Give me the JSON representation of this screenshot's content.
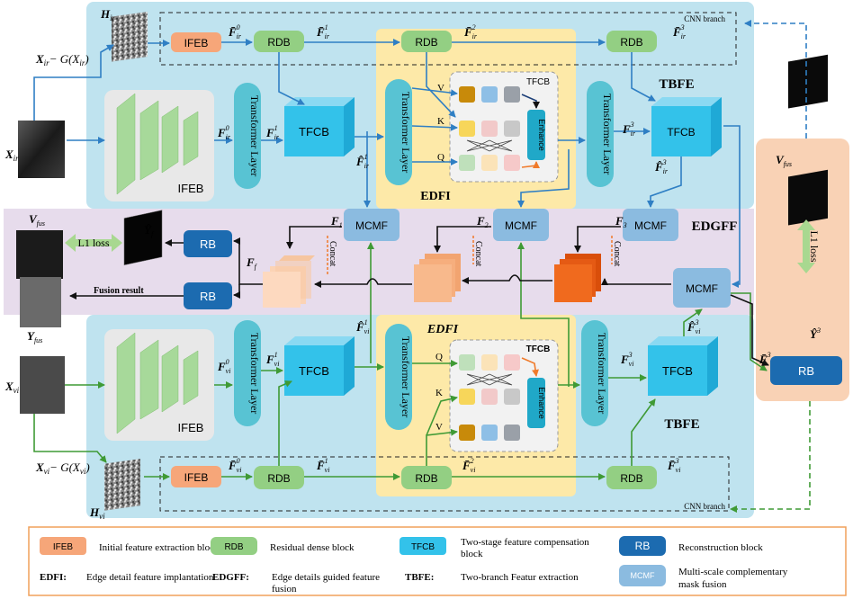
{
  "colors": {
    "tbfe_bg": "#bfe3ef",
    "edfi_bg": "#fde9a8",
    "edgff_bg": "#e7dcec",
    "right_panel_bg": "#f9d2b5",
    "ifeb": "#f6a679",
    "rdb": "#93cf83",
    "tfcb": "#33c2ea",
    "transformer": "#58c3d3",
    "mcmf": "#8bbbe0",
    "rb": "#1c6bb0",
    "blue_arrow": "#2f7fc4",
    "green_arrow": "#3f9a35",
    "legend_border": "#f0a05a"
  },
  "labels": {
    "ifeb": "IFEB",
    "rdb": "RDB",
    "tfcb": "TFCB",
    "rb": "RB",
    "mcmf": "MCMF",
    "transformer": "Transformer Layer",
    "tfcb_inner": "TFCB",
    "enhance": "Enhance",
    "concat": "Concat",
    "cnn_branch": "CNN branch",
    "tbfe": "TBFE",
    "edfi": "EDFI",
    "edgff": "EDGFF",
    "l1_loss": "L1 loss",
    "fusion_result": "Fusion result",
    "q": "Q",
    "k": "K",
    "v": "V"
  },
  "math": {
    "x_ir": "X",
    "x_ir_sub": "ir",
    "x_ir_minus": "X",
    "x_ir_minus_rest": "− G(X",
    "h_ir": "H",
    "h_ir_sub": "ir",
    "x_vi": "X",
    "x_vi_sub": "vi",
    "x_vi_minus_rest": "− G(X",
    "h_vi": "H",
    "h_vi_sub": "vi",
    "f_ir_bar": "F̄",
    "f_ir_hat": "F̂",
    "f_plain": "F",
    "sup0": "0",
    "sup1": "1",
    "sup2": "2",
    "sup3": "3",
    "ir": "ir",
    "vi": "vi",
    "f1": "F",
    "f1_sub": "1",
    "f2_sub": "2",
    "f3_sub": "3",
    "ff_sub": "f",
    "v_fus": "V",
    "fus": "fus",
    "y_fus": "Y",
    "y_hat": "Ŷ",
    "y_f_sub": "f",
    "y_hat3_sup": "3",
    "f3_bar": "F̄",
    "close_paren": ")"
  },
  "legend": {
    "ifeb_tag": "IFEB",
    "ifeb_desc": "Initial feature extraction block",
    "rdb_tag": "RDB",
    "rdb_desc": "Residual dense block",
    "tfcb_tag": "TFCB",
    "tfcb_desc_1": "Two-stage feature compensation",
    "tfcb_desc_2": "block",
    "rb_tag": "RB",
    "rb_desc": "Reconstruction block",
    "edfi_tag": "EDFI:",
    "edfi_desc": "Edge detail feature implantation",
    "edgff_tag": "EDGFF:",
    "edgff_desc_1": "Edge details guided feature",
    "edgff_desc_2": "fusion",
    "tbfe_tag": "TBFE:",
    "tbfe_desc": "Two-branch Featur extraction",
    "mcmf_tag": "MCMF",
    "mcmf_desc_1": "Multi-scale complementary",
    "mcmf_desc_2": "mask fusion"
  }
}
